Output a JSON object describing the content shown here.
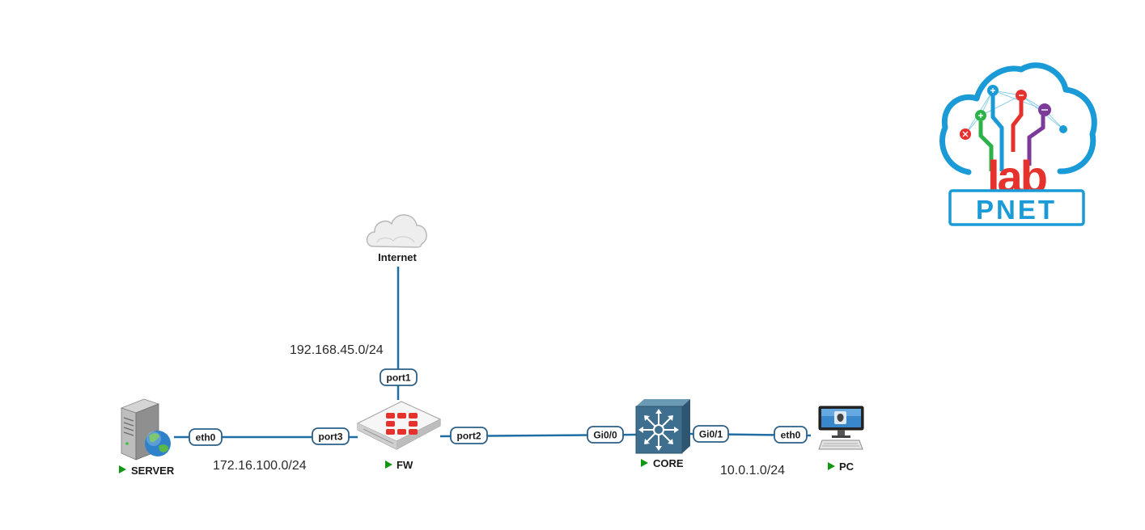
{
  "nodes": {
    "internet": {
      "label": "Internet",
      "running": false
    },
    "fw": {
      "label": "FW",
      "running": true
    },
    "server": {
      "label": "SERVER",
      "running": true
    },
    "core": {
      "label": "CORE",
      "running": true
    },
    "pc": {
      "label": "PC",
      "running": true
    }
  },
  "ports": {
    "fw_port1": "port1",
    "fw_port2": "port2",
    "fw_port3": "port3",
    "server_eth0": "eth0",
    "core_gi00": "Gi0/0",
    "core_gi01": "Gi0/1",
    "pc_eth0": "eth0"
  },
  "networks": {
    "internet_fw": "192.168.45.0/24",
    "server_fw": "172.16.100.0/24",
    "core_pc": "10.0.1.0/24"
  },
  "logo": {
    "text": "PNET",
    "word": "lab"
  },
  "colors": {
    "link": "#1f6ea3",
    "running": "#129712",
    "logo_blue": "#1a9ad6",
    "fortinet_red": "#e5322d"
  },
  "icons": {
    "internet": "cloud-icon",
    "fw": "fortigate-firewall-icon",
    "server": "server-globe-icon",
    "core": "layer3-switch-icon",
    "pc": "desktop-pc-icon"
  }
}
